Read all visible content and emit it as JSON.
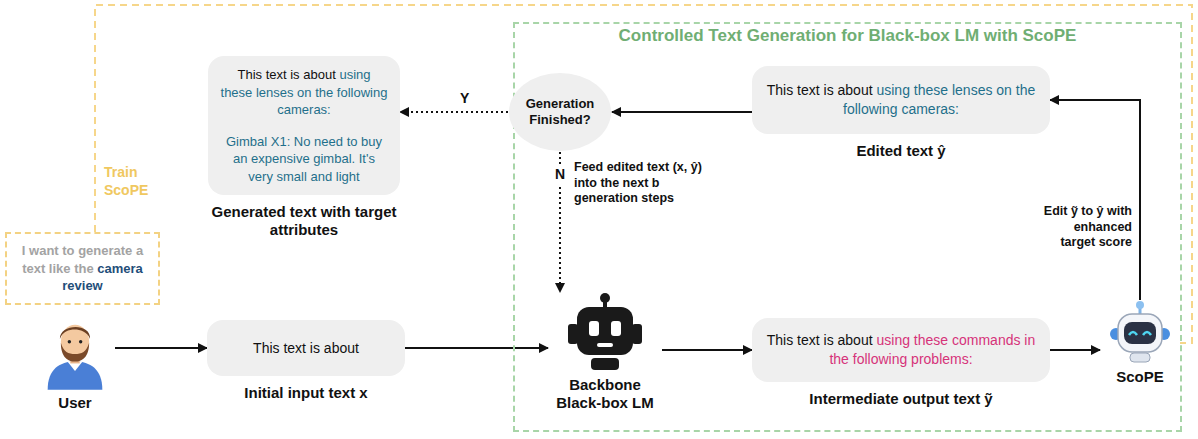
{
  "diagram": {
    "nodes": [
      {
        "text": [
          "Controlled Text Generation for Black-box LM with ScoPE"
        ]
      },
      {
        "text": [
          "This text is about",
          "using these lenses on the following cameras:",
          "Gimbal X1: No need to buy an expensive gimbal. It's very small and light",
          "Generated text with target attributes"
        ]
      },
      {
        "text": [
          "Generation Finished?"
        ],
        "in": 0
      },
      {
        "text": [
          "This text is about",
          "using these lenses on the following cameras:",
          "Edited text ŷ"
        ],
        "in": 0
      },
      {
        "text": [
          "I want to generate a text like the",
          "camera review"
        ]
      },
      {
        "text": [
          "User"
        ]
      },
      {
        "text": [
          "This text is about",
          "Initial input text x"
        ]
      },
      {
        "text": [
          "Backbone Black-box LM"
        ],
        "in": 0
      },
      {
        "text": [
          "This text is about",
          "using these commands in the following problems:",
          "Intermediate output text ỹ"
        ],
        "in": 0
      },
      {
        "text": [
          "ScoPE"
        ],
        "in": 0
      }
    ],
    "edges": [
      {
        "from": 4,
        "to": 9,
        "arrow": "none",
        "label": "Train ScoPE"
      },
      {
        "from": 5,
        "to": 6,
        "arrow": "to"
      },
      {
        "from": 6,
        "to": 7,
        "arrow": "to"
      },
      {
        "from": 7,
        "to": 8,
        "arrow": "to"
      },
      {
        "from": 8,
        "to": 9,
        "arrow": "to"
      },
      {
        "from": 9,
        "to": 3,
        "arrow": "to",
        "label": "Edit ỹ to ŷ with enhanced target score"
      },
      {
        "from": 3,
        "to": 2,
        "arrow": "to"
      },
      {
        "from": 2,
        "to": 1,
        "arrow": "to",
        "label": "Y"
      },
      {
        "from": 2,
        "to": 7,
        "arrow": "to",
        "label": "N"
      }
    ],
    "labels": [
      "Feed edited text (x, ŷ) into the next b generation steps"
    ]
  }
}
